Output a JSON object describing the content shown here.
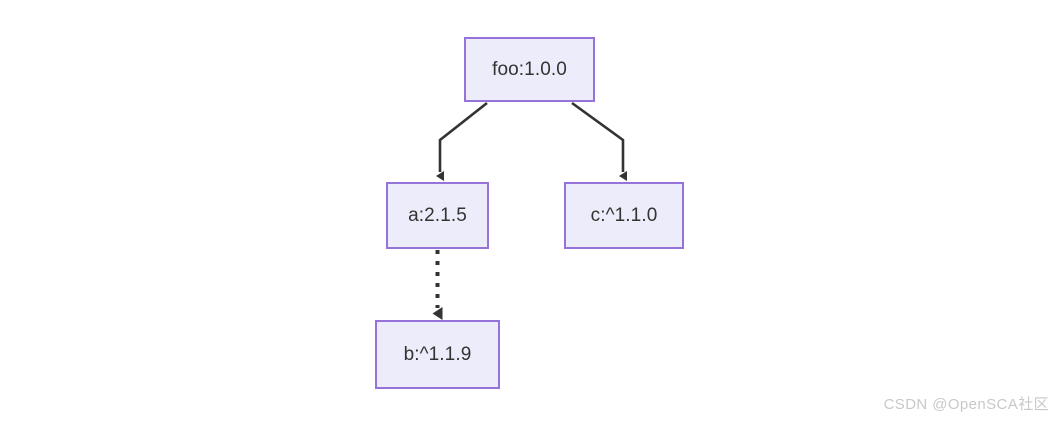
{
  "diagram": {
    "type": "dependency-tree",
    "background_color": "#ffffff",
    "node_fill_color": "#ececfb",
    "node_border_color": "#9673d8",
    "node_text_color": "#333333",
    "edge_color": "#333333",
    "nodes": [
      {
        "id": "foo",
        "label": "foo:1.0.0"
      },
      {
        "id": "a",
        "label": "a:2.1.5"
      },
      {
        "id": "c",
        "label": "c:^1.1.0"
      },
      {
        "id": "b",
        "label": "b:^1.1.9"
      }
    ],
    "edges": [
      {
        "from": "foo",
        "to": "a",
        "style": "solid",
        "arrow": "filled-triangle"
      },
      {
        "from": "foo",
        "to": "c",
        "style": "solid",
        "arrow": "filled-triangle"
      },
      {
        "from": "a",
        "to": "b",
        "style": "dotted",
        "arrow": "filled-triangle"
      }
    ]
  },
  "watermark": {
    "text": "CSDN @OpenSCA社区"
  }
}
